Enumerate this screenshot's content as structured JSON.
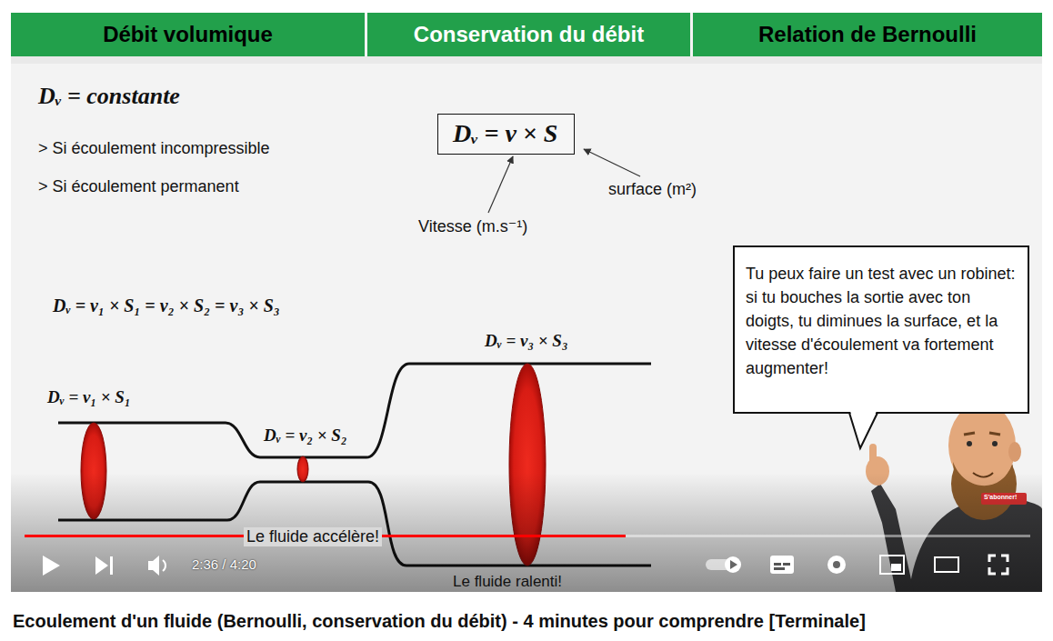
{
  "diagram": {
    "title": "Ecoulement d'un fluide (Bernoulli, conservation du débit) - 4 minutes pour comprendre [Terminale]",
    "nodes": [
      {
        "text": [
          "Débit volumique"
        ]
      },
      {
        "text": [
          "Conservation du débit"
        ]
      },
      {
        "text": [
          "Relation de Bernoulli"
        ]
      },
      {
        "text": [
          "Dᵥ = v × S"
        ]
      },
      {
        "text": [
          "Tu peux faire un test avec un robinet: si tu bouches la sortie avec ton doigts, tu diminues la surface, et la vitesse d'écoulement va fortement augmenter!"
        ]
      }
    ],
    "labels": [
      "Dᵥ = constante",
      "> Si écoulement incompressible",
      "> Si écoulement permanent",
      "Vitesse (m.s⁻¹)",
      "surface (m²)",
      "Dᵥ = v₁ × S₁ = v₂ × S₂ = v₃ × S₃",
      "Dᵥ = v₁ × S₁",
      "Dᵥ = v₂ × S₂",
      "Dᵥ = v₃ × S₃",
      "Le fluide accélère!",
      "Le fluide ralenti!",
      "2:36 / 4:20",
      "S'abonner!"
    ]
  }
}
